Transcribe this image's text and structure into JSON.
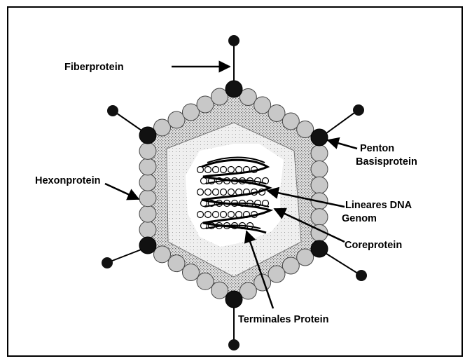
{
  "diagram": {
    "labels": {
      "fiber": "Fiberprotein",
      "penton_line1": "Penton",
      "penton_line2": "Basisprotein",
      "hexon": "Hexonprotein",
      "dna_line1": "Lineares DNA",
      "dna_line2": "Genom",
      "core": "Coreprotein",
      "terminal": "Terminales Protein"
    },
    "colors": {
      "hexon_fill": "#c8c8c8",
      "vertex_fill": "#111111",
      "capsid_shade": "#d6d6d6",
      "inner_shade": "#ececec",
      "outline": "#000000"
    }
  }
}
